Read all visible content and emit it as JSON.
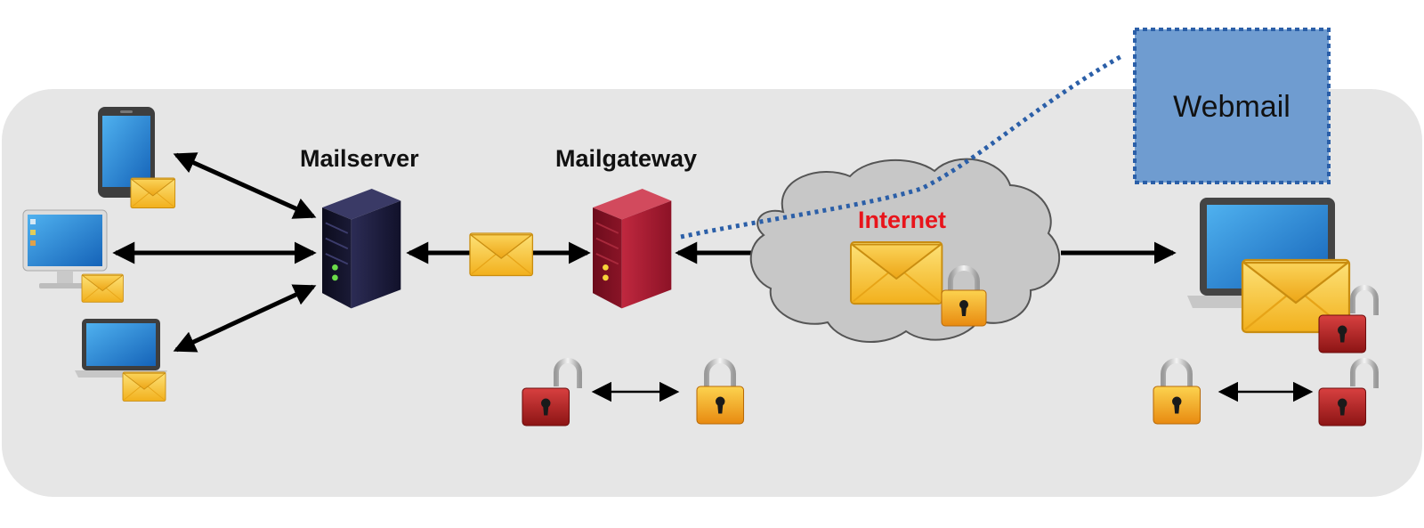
{
  "labels": {
    "mailserver": "Mailserver",
    "mailgateway": "Mailgateway",
    "internet": "Internet",
    "webmail": "Webmail"
  },
  "colors": {
    "panel": "#e6e6e6",
    "mailserver": "#1c1c38",
    "mailgateway": "#9c1c30",
    "webmail_box": "#6f9cd0",
    "webmail_border": "#2b5fa8",
    "internet_label": "#e8141b",
    "envelope": "#f6c32c",
    "lock_open": "#b61d1d",
    "lock_closed": "#f2a81b"
  },
  "icons": [
    "smartphone-icon",
    "desktop-computer-icon",
    "laptop-icon",
    "envelope-icon",
    "server-icon",
    "cloud-icon",
    "lock-open-icon",
    "lock-closed-icon"
  ]
}
